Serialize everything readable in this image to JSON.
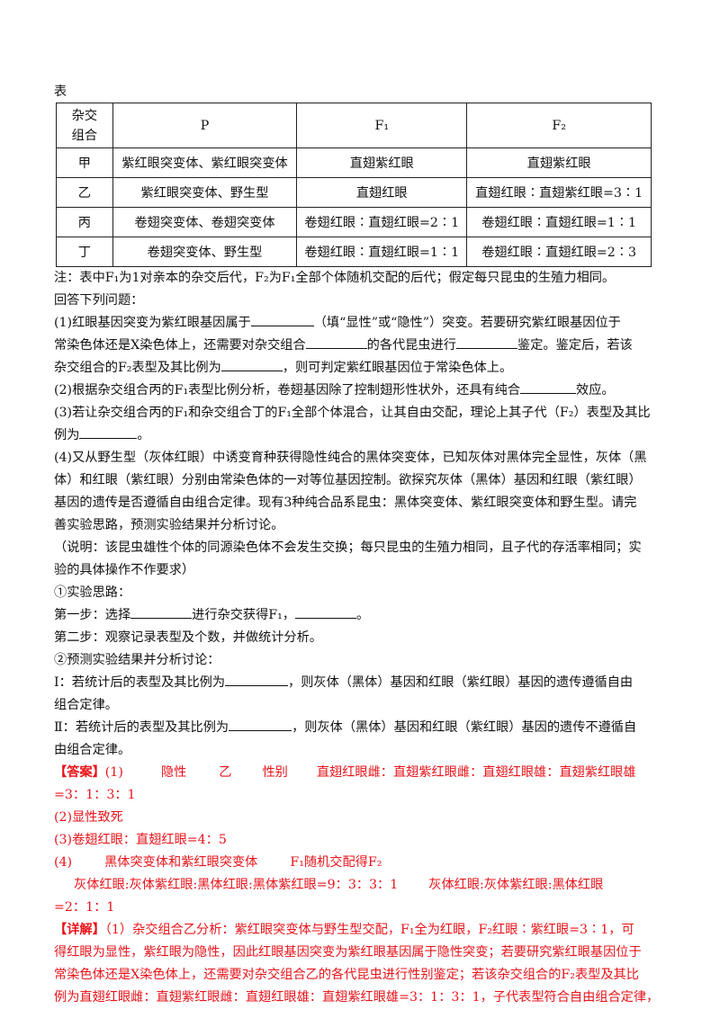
{
  "table_label": "表",
  "table": {
    "headers": [
      "杂交组合",
      "P",
      "F₁",
      "F₂"
    ],
    "rows": [
      [
        "甲",
        "紫红眼突变体、紫红眼突变体",
        "直翅紫红眼",
        "直翅紫红眼"
      ],
      [
        "乙",
        "紫红眼突变体、野生型",
        "直翅红眼",
        "直翅红眼∶直翅紫红眼=3∶1"
      ],
      [
        "丙",
        "卷翅突变体、卷翅突变体",
        "卷翅红眼∶直翅红眼=2∶1",
        "卷翅红眼∶直翅红眼=1∶1"
      ],
      [
        "丁",
        "卷翅突变体、野生型",
        "卷翅红眼∶直翅红眼=1∶1",
        "卷翅红眼∶直翅红眼=2∶3"
      ]
    ]
  },
  "note": "注：表中F₁为1对亲本的杂交后代，F₂为F₁全部个体随机交配的后代；假定每只昆虫的生殖力相同。",
  "prompt": "回答下列问题：",
  "q1": {
    "a": "(1)红眼基因突变为紫红眼基因属于",
    "b": "（填“显性”或“隐性”）突变。若要研究紫红眼基因位于",
    "c": "常染色体还是X染色体上，还需要对杂交组合",
    "d": "的各代昆虫进行",
    "e": "鉴定。鉴定后，若该",
    "f": "杂交组合的F₂表型及其比例为",
    "g": "，则可判定紫红眼基因位于常染色体上。"
  },
  "q2": {
    "a": "(2)根据杂交组合丙的F₁表型比例分析，卷翅基因除了控制翅形性状外，还具有纯合",
    "b": "效应。"
  },
  "q3": {
    "a": "(3)若让杂交组合丙的F₁和杂交组合丁的F₁全部个体混合，让其自由交配，理论上其子代（F₂）表型及其比",
    "b": "例为",
    "c": "。"
  },
  "q4": {
    "l1": "(4)又从野生型（灰体红眼）中诱变育种获得隐性纯合的黑体突变体，已知灰体对黑体完全显性，灰体（黑",
    "l2": "体）和红眼（紫红眼）分别由常染色体的一对等位基因控制。欲探究灰体（黑体）基因和红眼（紫红眼）",
    "l3": "基因的遗传是否遵循自由组合定律。现有3种纯合品系昆虫：黑体突变体、紫红眼突变体和野生型。请完",
    "l4": "善实验思路，预测实验结果并分析讨论。",
    "l5": "（说明：该昆虫雄性个体的同源染色体不会发生交换；每只昆虫的生殖力相同，且子代的存活率相同；实",
    "l6": "验的具体操作不作要求）",
    "l7": "①实验思路：",
    "l8a": "第一步：选择",
    "l8b": "进行杂交获得F₁，",
    "l8c": "。",
    "l9": "第二步：观察记录表型及个数，并做统计分析。",
    "l10": "②预测实验结果并分析讨论：",
    "l11a": "Ⅰ：若统计后的表型及其比例为",
    "l11b": "，则灰体（黑体）基因和红眼（紫红眼）基因的遗传遵循自由",
    "l12": "组合定律。",
    "l13a": "Ⅱ：若统计后的表型及其比例为",
    "l13b": "，则灰体（黑体）基因和红眼（紫红眼）基因的遗传不遵循自",
    "l14": "由组合定律。"
  },
  "answer": {
    "label": "【答案】",
    "a1_num": "(1)",
    "a1_p1": "隐性",
    "a1_p2": "乙",
    "a1_p3": "性别",
    "a1_p4": "直翅红眼雌：直翅紫红眼雌：直翅红眼雄：直翅紫红眼雄",
    "a1_cont": "=3：1：3：1",
    "a2": "(2)显性致死",
    "a3": "(3)卷翅红眼：直翅红眼=4：5",
    "a4_num": "(4)",
    "a4_p1": "黑体突变体和紫红眼突变体",
    "a4_p2": "F₁随机交配得F₂",
    "a4_p3": "灰体红眼:灰体紫红眼:黑体红眼:黑体紫红眼=9：3：3：1",
    "a4_p4": "灰体红眼:灰体紫红眼:黑体红眼",
    "a4_cont": "=2：1：1"
  },
  "detail": {
    "label": "【详解】",
    "l1": "（1）杂交组合乙分析：紫红眼突变体与野生型交配，F₁全为红眼，F₂红眼∶紫红眼=3∶1，可",
    "l2": "得红眼为显性，紫红眼为隐性，因此红眼基因突变为紫红眼基因属于隐性突变；若要研究紫红眼基因位于",
    "l3": "常染色体还是X染色体上，还需要对杂交组合乙的各代昆虫进行性别鉴定；若该杂交组合的F₂表型及其比",
    "l4": "例为直翅红眼雌：直翅紫红眼雌：直翅红眼雄：直翅紫红眼雄=3：1：3：1，子代表型符合自由组合定律，"
  }
}
